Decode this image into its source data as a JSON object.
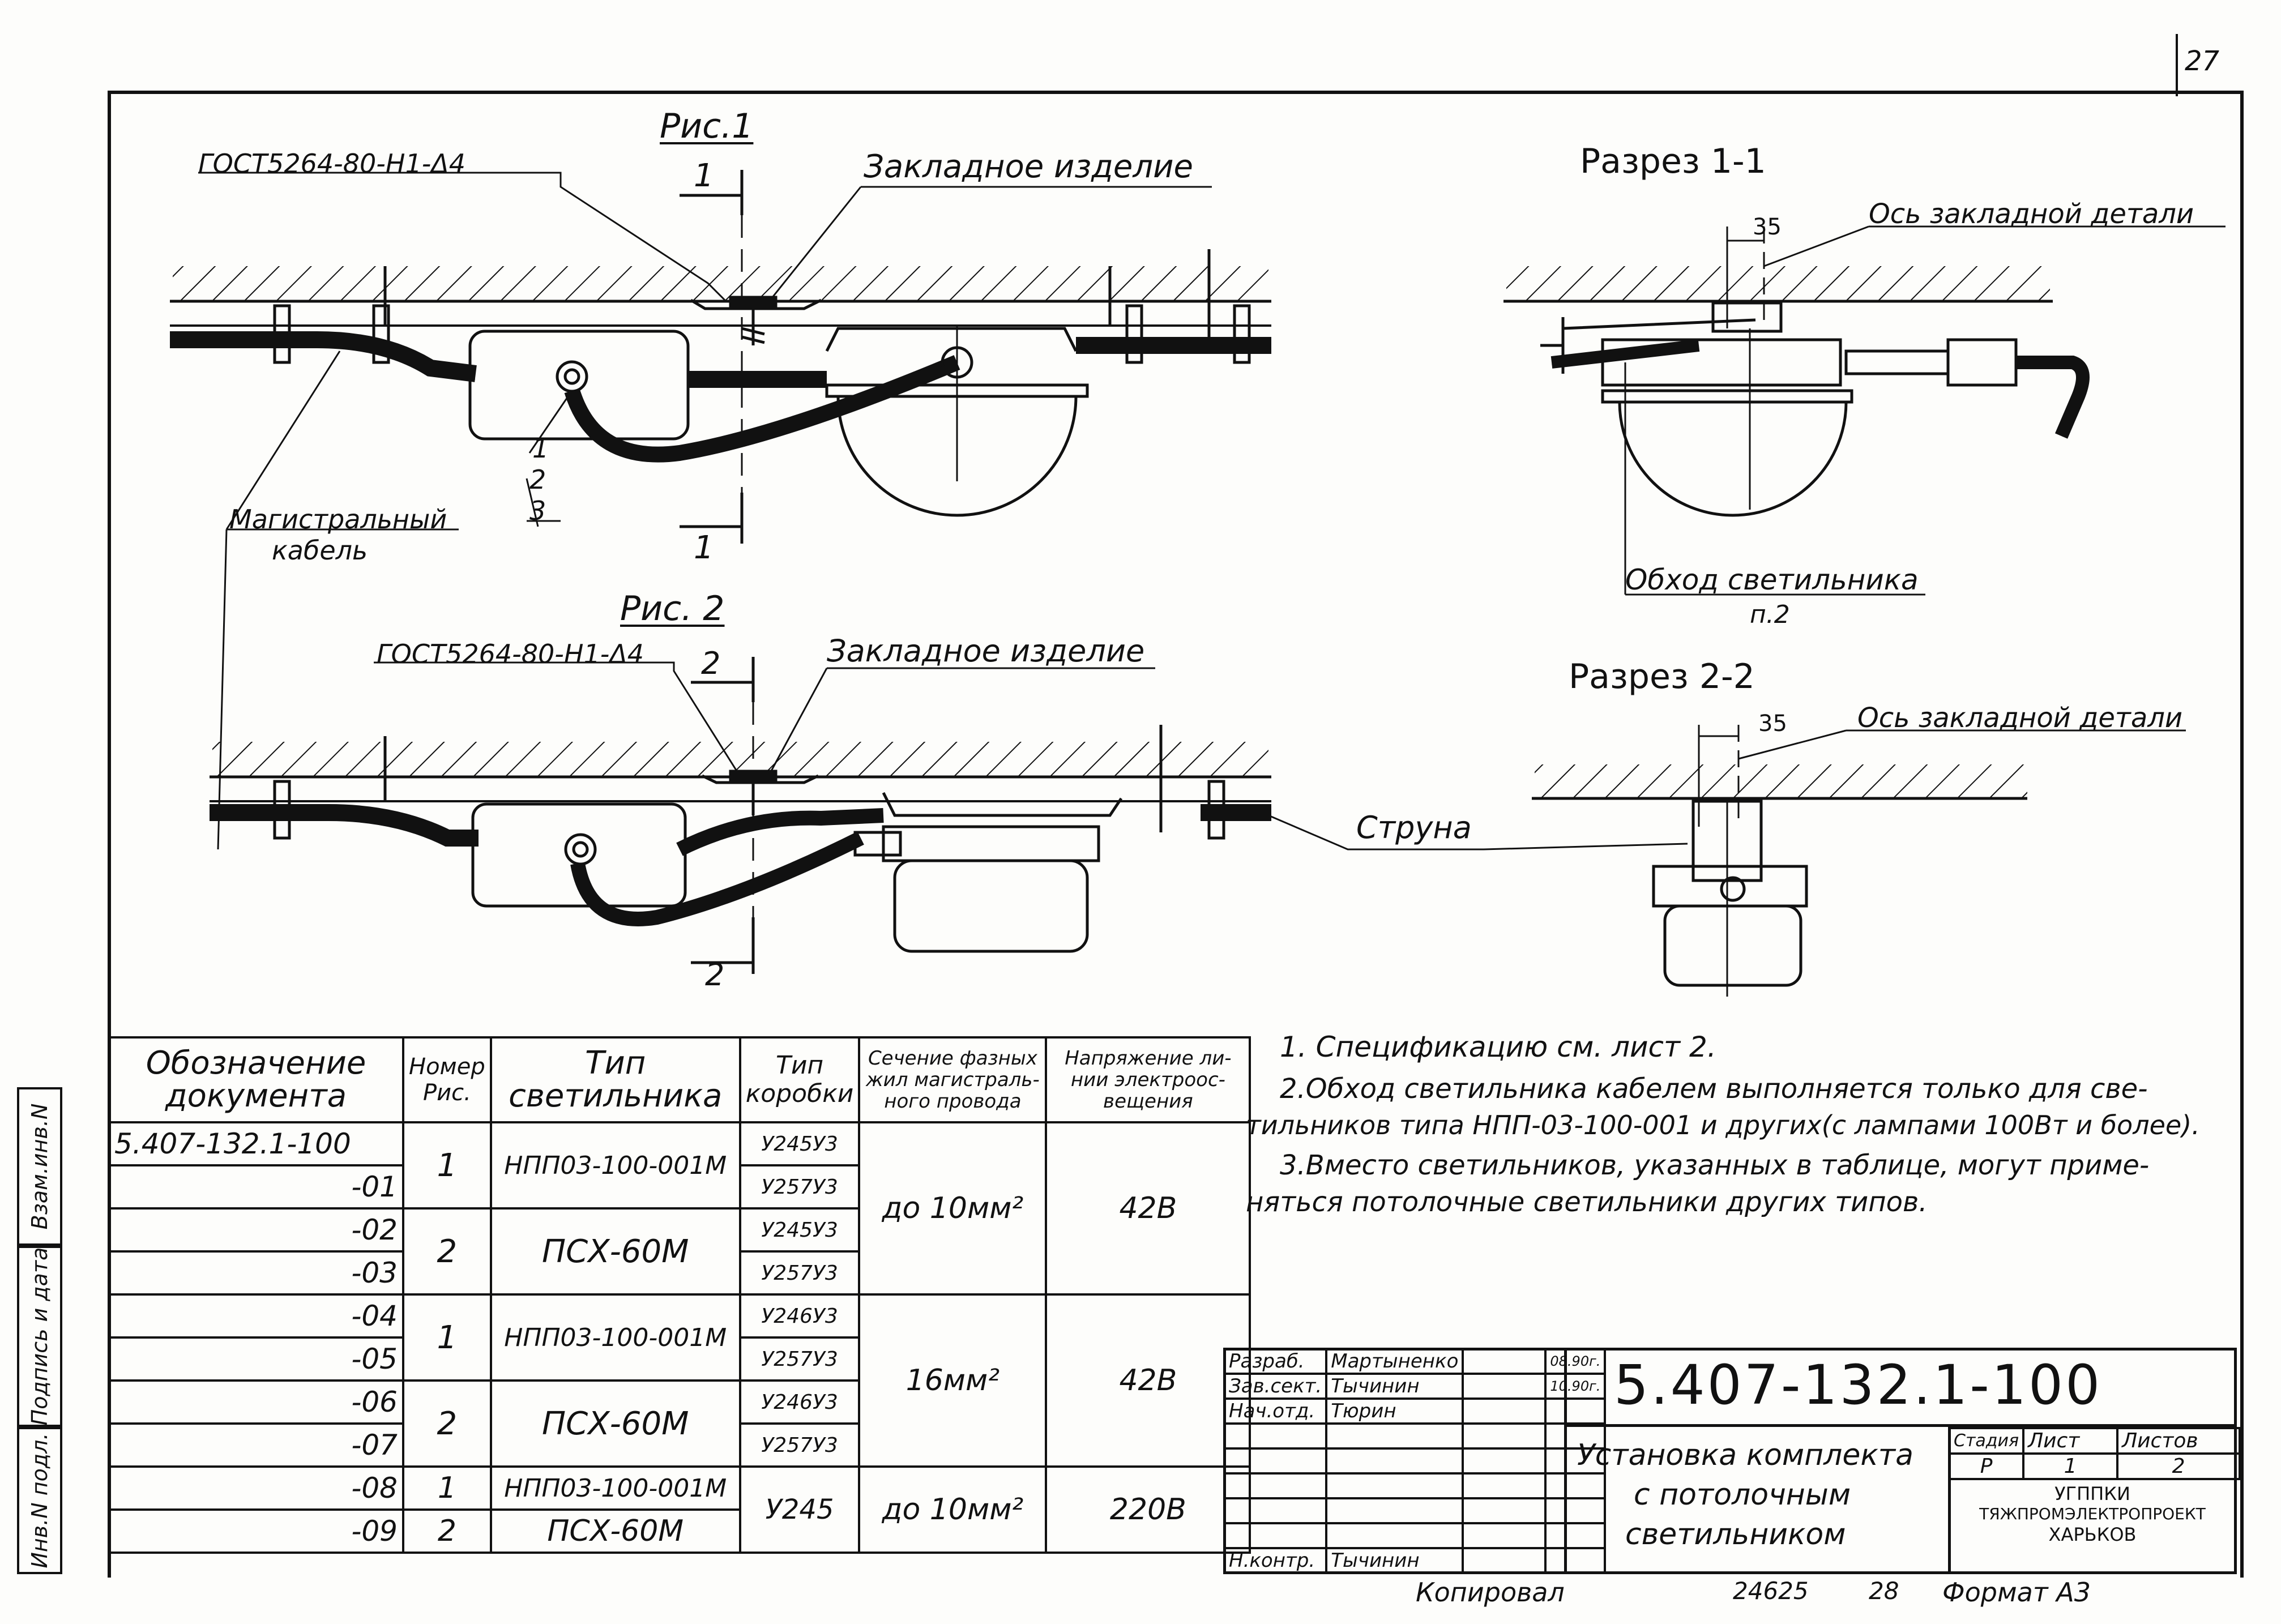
{
  "page_number": "27",
  "fig1": {
    "title": "Рис.1",
    "gost_label": "ГОСТ5264-80-Н1-Δ4",
    "embedded_label": "Закладное изделие",
    "section_mark": "1",
    "callouts": [
      "1",
      "2",
      "3"
    ],
    "cable_label_line1": "Магистральный",
    "cable_label_line2": "кабель"
  },
  "fig2": {
    "title": "Рис. 2",
    "gost_label": "ГОСТ5264-80-Н1-Δ4",
    "embedded_label": "Закладное изделие",
    "section_mark": "2",
    "string_label": "Струна"
  },
  "section1": {
    "title": "Разрез 1-1",
    "dim": "35",
    "axis_label": "Ось закладной детали",
    "bypass_label": "Обход светильника",
    "bypass_ref": "п.2"
  },
  "section2": {
    "title": "Разрез 2-2",
    "dim": "35",
    "axis_label": "Ось закладной детали"
  },
  "notes": [
    "1. Спецификацию см. лист 2.",
    "2.Обход светильника кабелем выполняется только для све-",
    "тильников типа НПП-03-100-001 и других(с лампами 100Вт и более).",
    "3.Вместо светильников, указанных в таблице, могут приме-",
    "няться потолочные светильники других типов."
  ],
  "spec_table": {
    "headers": {
      "doc": [
        "Обозначение",
        "документа"
      ],
      "fig": [
        "Номер",
        "Рис."
      ],
      "lamp": [
        "Тип",
        "светильника"
      ],
      "box": [
        "Тип",
        "коробки"
      ],
      "section": [
        "Сечение фазных",
        "жил магистраль-",
        "ного провода"
      ],
      "voltage": [
        "Напряжение ли-",
        "нии электроос-",
        "вещения"
      ]
    },
    "docs": [
      "5.407-132.1-100",
      "-01",
      "-02",
      "-03",
      "-04",
      "-05",
      "-06",
      "-07",
      "-08",
      "-09"
    ],
    "boxes": [
      "У245У3",
      "У257У3",
      "У245У3",
      "У257У3",
      "У246У3",
      "У257У3",
      "У246У3",
      "У257У3",
      "У245"
    ],
    "groups": [
      {
        "fig": "1",
        "lamp": "НПП03-100-001М"
      },
      {
        "fig": "2",
        "lamp": "ПСХ-60М"
      },
      {
        "fig": "1",
        "lamp": "НПП03-100-001М"
      },
      {
        "fig": "2",
        "lamp": "ПСХ-60М"
      },
      {
        "fig": "1",
        "lamp": "НПП03-100-001М"
      },
      {
        "fig": "2",
        "lamp": "ПСХ-60М"
      }
    ],
    "sections": [
      "до 10мм²",
      "16мм²",
      "до 10мм²"
    ],
    "voltages": [
      "42В",
      "42В",
      "220В"
    ]
  },
  "side_stamp": [
    "Взам.инв.N",
    "Подпись и дата",
    "Инв.N подл."
  ],
  "title_block": {
    "designation": "5.407-132.1-100",
    "roles": [
      {
        "role": "Разраб.",
        "name": "Мартыненко",
        "date": "08.90г."
      },
      {
        "role": "Зав.сект.",
        "name": "Тычинин",
        "date": "10.90г."
      },
      {
        "role": "Нач.отд.",
        "name": "Тюрин",
        "date": ""
      },
      {
        "role": "Н.контр.",
        "name": "Тычинин",
        "date": ""
      }
    ],
    "name_lines": [
      "Установка комплекта",
      "с потолочным",
      "светильником"
    ],
    "stage_header": "Стадия",
    "sheet_header": "Лист",
    "sheets_header": "Листов",
    "stage": "Р",
    "sheet": "1",
    "sheets": "2",
    "org_lines": [
      "УГППКИ",
      "ТЯЖПРОМЭЛЕКТРОПРОЕКТ",
      "ХАРЬКОВ"
    ]
  },
  "footer": {
    "copied": "Копировал",
    "num1": "24625",
    "num2": "28",
    "format": "Формат А3"
  }
}
